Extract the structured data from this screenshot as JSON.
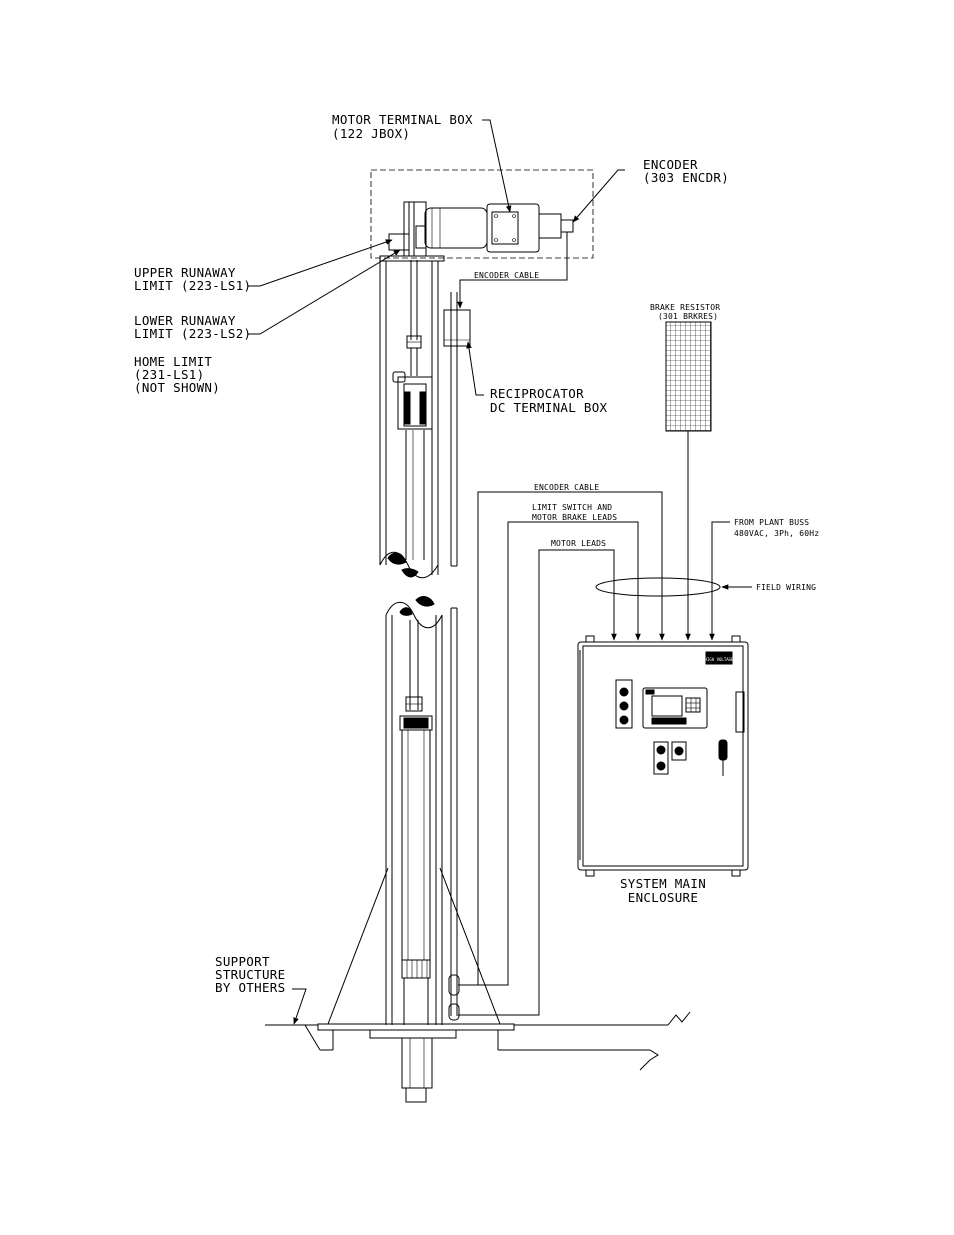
{
  "labels": {
    "motor_terminal_box": "MOTOR TERMINAL BOX",
    "motor_terminal_box_id": "(122 JBOX)",
    "encoder": "ENCODER",
    "encoder_id": "(303 ENCDR)",
    "encoder_cable_top": "ENCODER CABLE",
    "upper_runaway_1": "UPPER RUNAWAY",
    "upper_runaway_2": "LIMIT (223-LS1)",
    "lower_runaway_1": "LOWER RUNAWAY",
    "lower_runaway_2": "LIMIT (223-LS2)",
    "home_limit_1": "HOME LIMIT",
    "home_limit_2": "(231-LS1)",
    "home_limit_3": "(NOT SHOWN)",
    "reciprocator_1": "RECIPROCATOR",
    "reciprocator_2": "DC TERMINAL BOX",
    "brake_resistor": "BRAKE RESISTOR",
    "brake_resistor_id": "(301 BRKRES)",
    "encoder_cable_bottom": "ENCODER CABLE",
    "limit_switch_1": "LIMIT SWITCH AND",
    "limit_switch_2": "MOTOR BRAKE LEADS",
    "motor_leads": "MOTOR LEADS",
    "plant_buss_1": "FROM PLANT BUSS",
    "plant_buss_2": "480VAC, 3Ph, 60Hz",
    "field_wiring": "FIELD WIRING",
    "system_main_1": "SYSTEM MAIN",
    "system_main_2": "ENCLOSURE",
    "support_1": "SUPPORT",
    "support_2": "STRUCTURE",
    "support_3": "BY OTHERS"
  },
  "enclosure_nameplate": "HIGH VOLTAGE"
}
